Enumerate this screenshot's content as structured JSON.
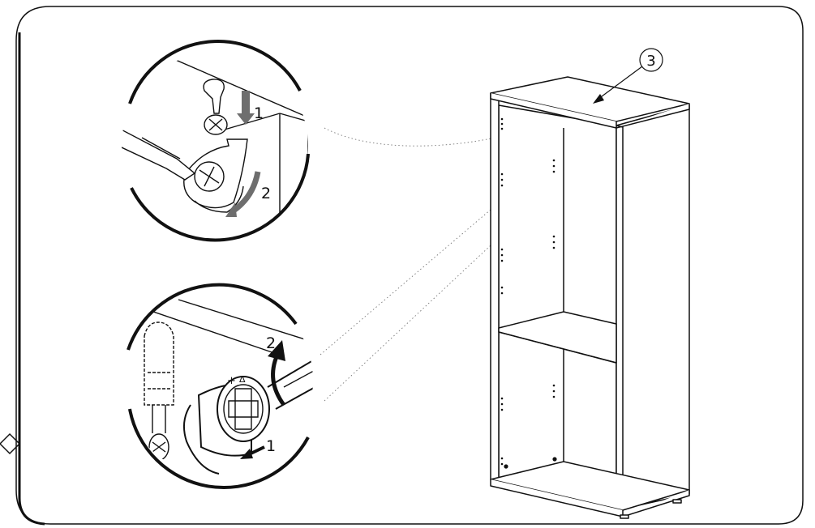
{
  "callouts": {
    "cam_bolt": {
      "step1": "1",
      "step2": "2"
    },
    "cam_lock": {
      "step1": "1",
      "step2": "2"
    }
  },
  "part_reference": "3",
  "cam_marks": {
    "plus": "+",
    "arrow": "Δ"
  }
}
